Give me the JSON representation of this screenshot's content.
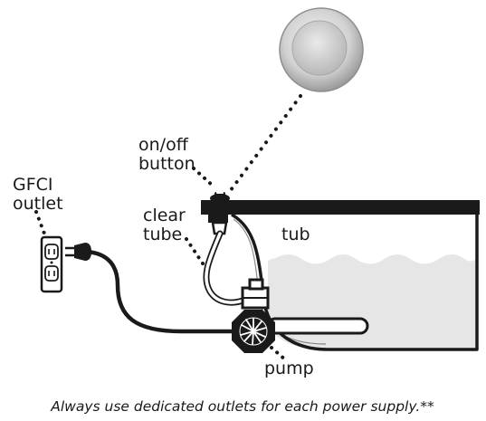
{
  "labels": {
    "button_line1": "on/off",
    "button_line2": "button",
    "outlet_line1": "GFCI",
    "outlet_line2": "outlet",
    "tube_line1": "clear",
    "tube_line2": "tube",
    "tub": "tub",
    "pump": "pump"
  },
  "caption": "Always use dedicated outlets for each power supply.**",
  "colors": {
    "ink": "#1a1a1a",
    "water": "#e6e6e6",
    "button_face": "#cfcfcf"
  }
}
